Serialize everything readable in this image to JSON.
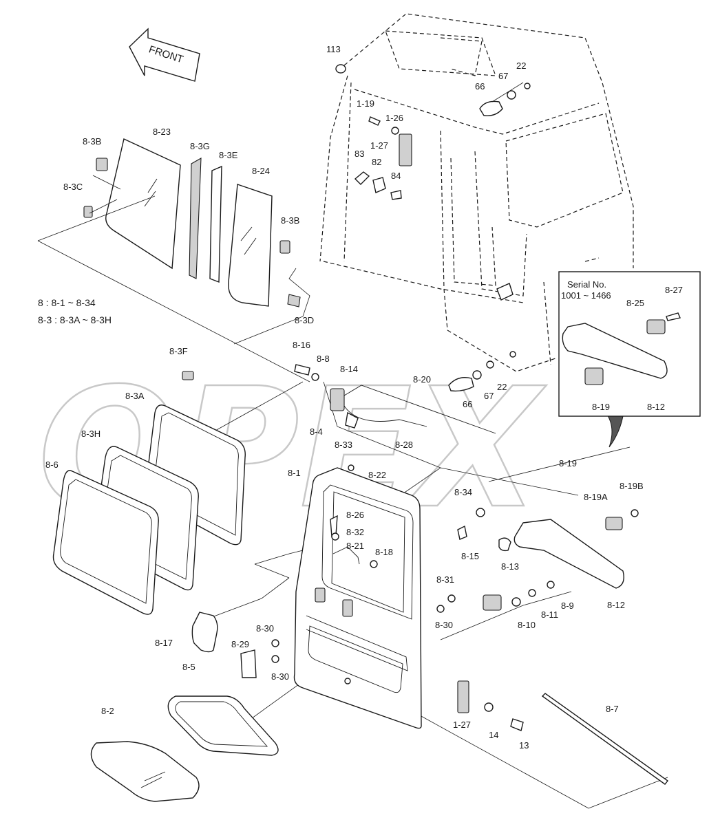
{
  "watermark": "OPEX",
  "front_arrow_label": "FRONT",
  "notes": [
    "8 : 8-1 ~ 8-34",
    "8-3 : 8-3A ~ 8-3H"
  ],
  "inset": {
    "title": "Serial No.",
    "serial_range": "1001 ~ 1466",
    "labels": [
      "8-27",
      "8-25",
      "8-19",
      "8-12"
    ]
  },
  "part_labels": [
    "113",
    "67",
    "22",
    "66",
    "1-19",
    "1-26",
    "1-27",
    "83",
    "82",
    "84",
    "8-3B",
    "8-23",
    "8-3G",
    "8-3E",
    "8-24",
    "8-3C",
    "8-3B",
    "8-3D",
    "8-16",
    "8-8",
    "8-14",
    "8-20",
    "66",
    "67",
    "22",
    "8-4",
    "8-33",
    "8-28",
    "8-3F",
    "8-3A",
    "8-3H",
    "8-6",
    "8-1",
    "8-22",
    "8-26",
    "8-32",
    "8-21",
    "8-18",
    "8-34",
    "8-15",
    "8-19",
    "8-19A",
    "8-19B",
    "8-13",
    "8-12",
    "8-9",
    "8-11",
    "8-10",
    "8-31",
    "8-30",
    "8-17",
    "8-30",
    "8-29",
    "8-30",
    "8-5",
    "8-2",
    "1-27",
    "14",
    "13",
    "8-7"
  ]
}
